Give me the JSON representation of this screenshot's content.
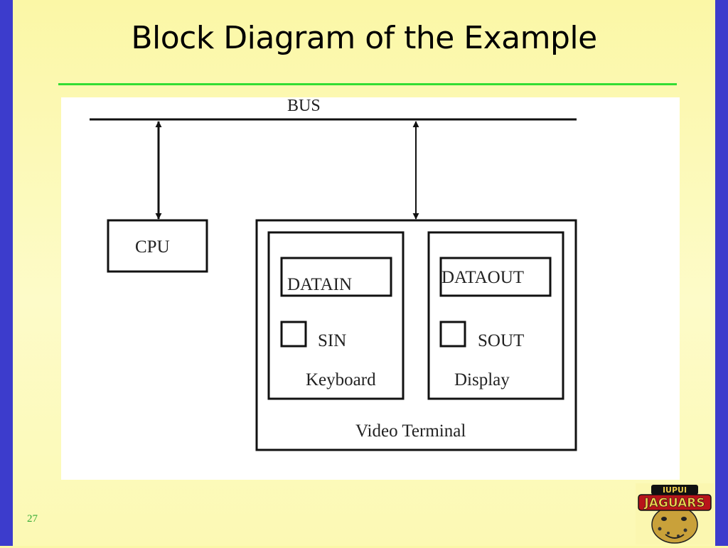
{
  "slide": {
    "title": "Block Diagram of the Example",
    "page_number": "27"
  },
  "diagram": {
    "bus_label": "BUS",
    "cpu_label": "CPU",
    "keyboard": {
      "register_label": "DATAIN",
      "flag_label": "SIN",
      "device_label": "Keyboard"
    },
    "display": {
      "register_label": "DATAOUT",
      "flag_label": "SOUT",
      "device_label": "Display"
    },
    "terminal_label": "Video Terminal"
  },
  "logo": {
    "text_top": "IUPUI",
    "text_main": "JAGUARS"
  },
  "colors": {
    "side_bars": "#3c3ccc",
    "rule": "#33dd33",
    "page_number": "#33aa33",
    "background": "#fcf9b4"
  }
}
